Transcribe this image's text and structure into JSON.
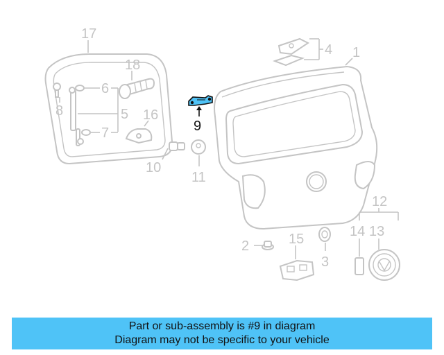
{
  "diagram": {
    "highlight_color": "#4fc3f7",
    "part_color": "#c4c4c4",
    "callouts": [
      "17",
      "18",
      "6",
      "8",
      "5",
      "16",
      "7",
      "10",
      "11",
      "9",
      "4",
      "1",
      "12",
      "14",
      "13",
      "2",
      "15",
      "3"
    ],
    "highlighted_callout": "9"
  },
  "banner": {
    "line1": "Part or sub-assembly is #9 in diagram",
    "line2": "Diagram may not be specific to your vehicle",
    "background": "#4fc3f7"
  }
}
